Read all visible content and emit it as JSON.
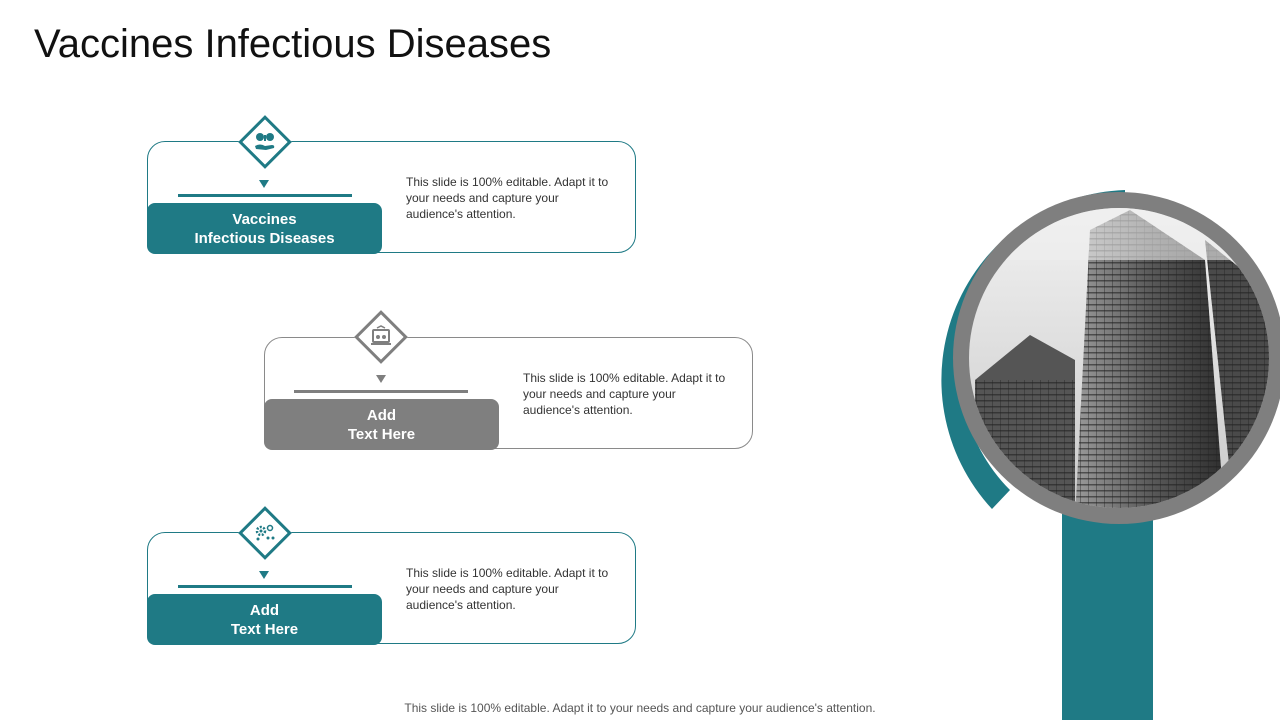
{
  "slide": {
    "title": "Vaccines Infectious Diseases",
    "footer": "This slide is 100% editable. Adapt it to your needs and capture your audience's attention."
  },
  "items": [
    {
      "label_line1": "Vaccines",
      "label_line2": "Infectious Diseases",
      "description": "This slide is 100% editable. Adapt it to your needs and capture your audience's attention.",
      "icon": "hand-with-question-icons",
      "color": "#1f7a85"
    },
    {
      "label_line1": "Add",
      "label_line2": "Text Here",
      "description": "This slide is 100% editable. Adapt it to your needs and capture your audience's attention.",
      "icon": "laptop-settings-icon",
      "color": "#7f7f7f"
    },
    {
      "label_line1": "Add",
      "label_line2": "Text Here",
      "description": "This slide is 100% editable. Adapt it to your needs and capture your audience's attention.",
      "icon": "gear-network-icon",
      "color": "#1f7a85"
    }
  ],
  "image": {
    "subject": "skyscraper-photo",
    "accent_color": "#1f7a85",
    "ring_color": "#7f7f7f"
  }
}
